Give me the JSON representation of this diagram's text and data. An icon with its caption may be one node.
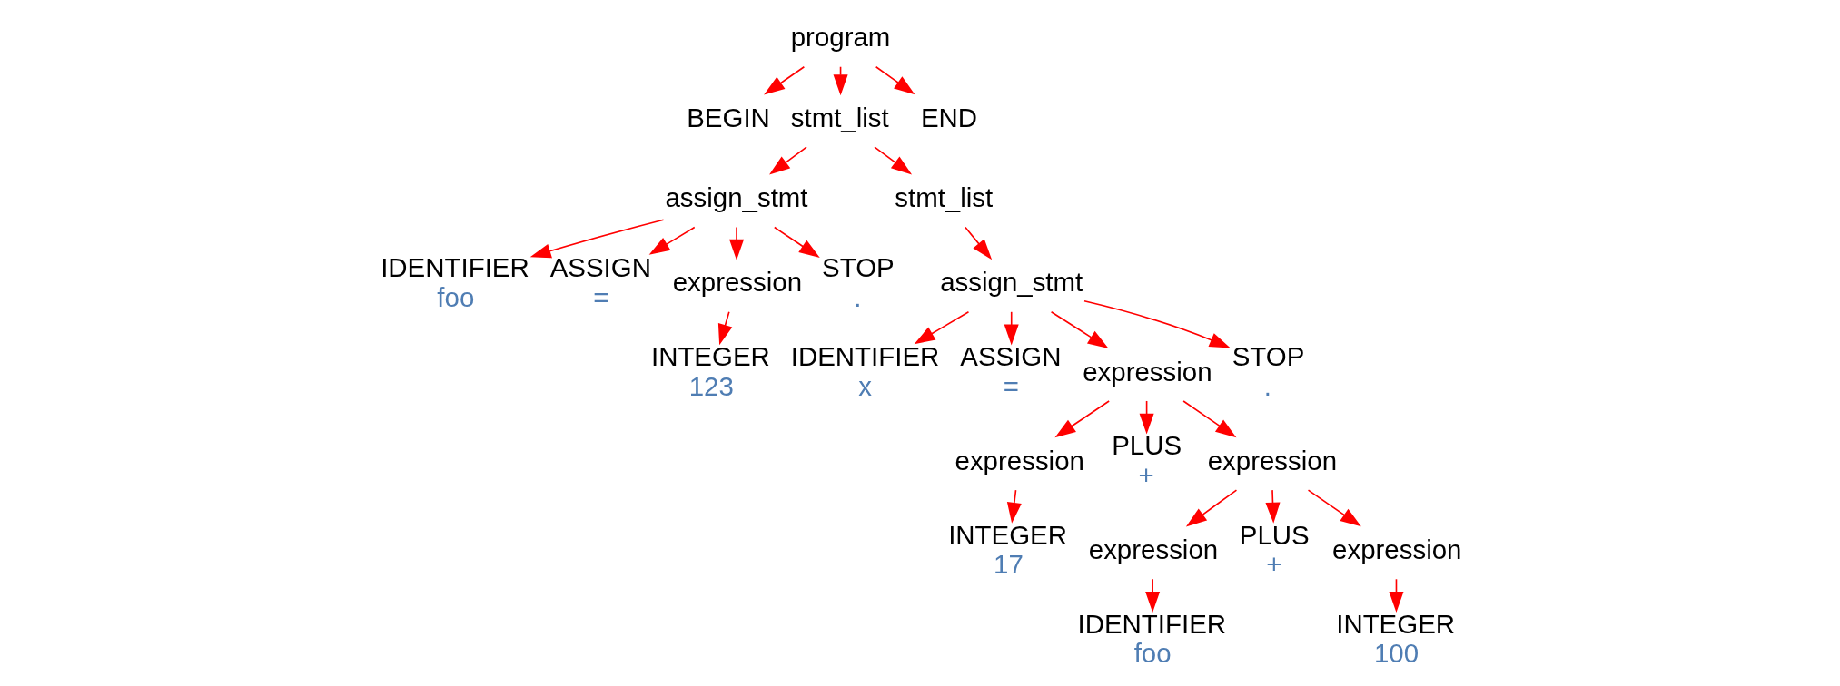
{
  "diagram": {
    "nodes": [
      {
        "text": [
          "program"
        ]
      },
      {
        "text": [
          "BEGIN"
        ]
      },
      {
        "text": [
          "stmt_list"
        ]
      },
      {
        "text": [
          "END"
        ]
      },
      {
        "text": [
          "assign_stmt"
        ]
      },
      {
        "text": [
          "stmt_list"
        ]
      },
      {
        "text": [
          "IDENTIFIER",
          "foo"
        ]
      },
      {
        "text": [
          "ASSIGN",
          "="
        ]
      },
      {
        "text": [
          "expression"
        ]
      },
      {
        "text": [
          "STOP",
          "."
        ]
      },
      {
        "text": [
          "INTEGER",
          "123"
        ]
      },
      {
        "text": [
          "assign_stmt"
        ]
      },
      {
        "text": [
          "IDENTIFIER",
          "x"
        ]
      },
      {
        "text": [
          "ASSIGN",
          "="
        ]
      },
      {
        "text": [
          "expression"
        ]
      },
      {
        "text": [
          "STOP",
          "."
        ]
      },
      {
        "text": [
          "expression"
        ]
      },
      {
        "text": [
          "PLUS",
          "+"
        ]
      },
      {
        "text": [
          "expression"
        ]
      },
      {
        "text": [
          "INTEGER",
          "17"
        ]
      },
      {
        "text": [
          "expression"
        ]
      },
      {
        "text": [
          "PLUS",
          "+"
        ]
      },
      {
        "text": [
          "expression"
        ]
      },
      {
        "text": [
          "IDENTIFIER",
          "foo"
        ]
      },
      {
        "text": [
          "INTEGER",
          "100"
        ]
      }
    ],
    "edges": [
      {
        "from": 0,
        "to": 1,
        "arrow": "to"
      },
      {
        "from": 0,
        "to": 2,
        "arrow": "to"
      },
      {
        "from": 0,
        "to": 3,
        "arrow": "to"
      },
      {
        "from": 2,
        "to": 4,
        "arrow": "to"
      },
      {
        "from": 2,
        "to": 5,
        "arrow": "to"
      },
      {
        "from": 4,
        "to": 6,
        "arrow": "to"
      },
      {
        "from": 4,
        "to": 7,
        "arrow": "to"
      },
      {
        "from": 4,
        "to": 8,
        "arrow": "to"
      },
      {
        "from": 4,
        "to": 9,
        "arrow": "to"
      },
      {
        "from": 8,
        "to": 10,
        "arrow": "to"
      },
      {
        "from": 5,
        "to": 11,
        "arrow": "to"
      },
      {
        "from": 11,
        "to": 12,
        "arrow": "to"
      },
      {
        "from": 11,
        "to": 13,
        "arrow": "to"
      },
      {
        "from": 11,
        "to": 14,
        "arrow": "to"
      },
      {
        "from": 11,
        "to": 15,
        "arrow": "to"
      },
      {
        "from": 14,
        "to": 16,
        "arrow": "to"
      },
      {
        "from": 14,
        "to": 17,
        "arrow": "to"
      },
      {
        "from": 14,
        "to": 18,
        "arrow": "to"
      },
      {
        "from": 16,
        "to": 19,
        "arrow": "to"
      },
      {
        "from": 18,
        "to": 20,
        "arrow": "to"
      },
      {
        "from": 18,
        "to": 21,
        "arrow": "to"
      },
      {
        "from": 18,
        "to": 22,
        "arrow": "to"
      },
      {
        "from": 20,
        "to": 23,
        "arrow": "to"
      },
      {
        "from": 22,
        "to": 24,
        "arrow": "to"
      }
    ]
  }
}
